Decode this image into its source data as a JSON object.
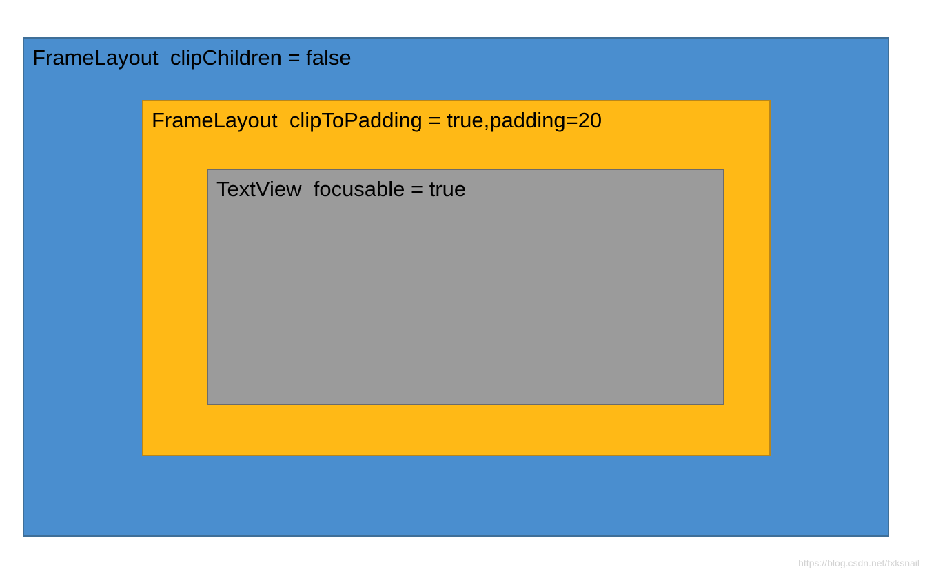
{
  "diagram": {
    "outer": {
      "label": "FrameLayout  clipChildren = false",
      "color": "#4a8ecf"
    },
    "middle": {
      "label": "FrameLayout  clipToPadding = true,padding=20",
      "color": "#ffb916"
    },
    "inner": {
      "label": "TextView  focusable = true",
      "color": "#9b9b9b"
    }
  },
  "watermark": "https://blog.csdn.net/txksnail"
}
